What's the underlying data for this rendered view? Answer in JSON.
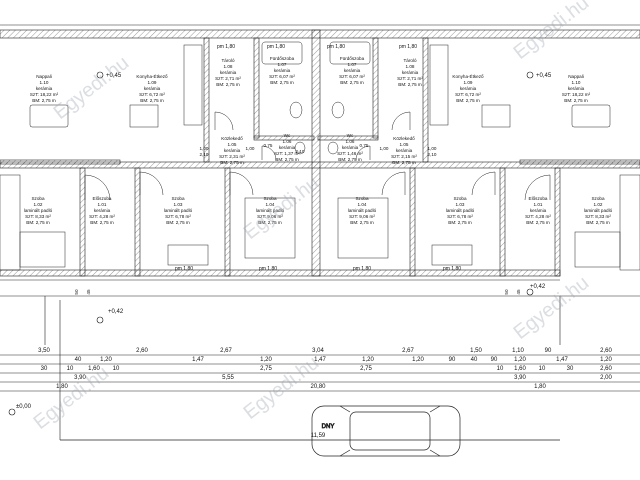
{
  "rooms": [
    {
      "id": "nappali-l",
      "lines": [
        "Nappali",
        "1.10",
        "kerámia",
        "SzT: 18,22 m²",
        "BM: 2,75 m"
      ]
    },
    {
      "id": "konyha-l",
      "lines": [
        "Konyha-Étkező",
        "1.09",
        "kerámia",
        "SzT: 6,72 m²",
        "BM: 2,75 m"
      ]
    },
    {
      "id": "tarolo-l",
      "lines": [
        "Tároló",
        "1.08",
        "kerámia",
        "SzT: 2,71 m²",
        "BM: 2,75 m"
      ]
    },
    {
      "id": "furdo-l",
      "lines": [
        "Fürdőszoba",
        "1.07",
        "kerámia",
        "SzT: 6,07 m²",
        "BM: 2,75 m"
      ]
    },
    {
      "id": "furdo-r",
      "lines": [
        "Fürdőszoba",
        "1.07",
        "kerámia",
        "SzT: 6,07 m²",
        "BM: 2,75 m"
      ]
    },
    {
      "id": "tarolo-r",
      "lines": [
        "Tároló",
        "1.08",
        "kerámia",
        "SzT: 2,71 m²",
        "BM: 2,75 m"
      ]
    },
    {
      "id": "konyha-r",
      "lines": [
        "Konyha-Étkező",
        "1.09",
        "kerámia",
        "SzT: 6,72 m²",
        "BM: 2,75 m"
      ]
    },
    {
      "id": "nappali-r",
      "lines": [
        "Nappali",
        "1.10",
        "kerámia",
        "SzT: 18,22 m²",
        "BM: 2,75 m"
      ]
    },
    {
      "id": "kozlekedo-l",
      "lines": [
        "Közlekedő",
        "1.05",
        "kerámia",
        "SzT: 2,31 m²",
        "BM: 2,75 m"
      ]
    },
    {
      "id": "wc-l",
      "lines": [
        "Wc",
        "1.06",
        "kerámia",
        "SzT: 1,37 m²",
        "BM: 2,75 m"
      ]
    },
    {
      "id": "wc-r",
      "lines": [
        "Wc",
        "1.06",
        "kerámia",
        "SzT: 1,46 m²",
        "BM: 2,75 m"
      ]
    },
    {
      "id": "kozlekedo-r",
      "lines": [
        "Közlekedő",
        "1.05",
        "kerámia",
        "SzT: 2,15 m²",
        "BM: 2,75 m"
      ]
    },
    {
      "id": "szoba-1",
      "lines": [
        "Szoba",
        "1.02",
        "laminált padló",
        "SzT: 8,33 m²",
        "BM: 2,75 m"
      ]
    },
    {
      "id": "eloszoba-l",
      "lines": [
        "Előszoba",
        "1.01",
        "kerámia",
        "SzT: 4,28 m²",
        "BM: 2,75 m"
      ]
    },
    {
      "id": "szoba-2",
      "lines": [
        "Szoba",
        "1.03",
        "laminált padló",
        "SzT: 6,78 m²",
        "BM: 2,75 m"
      ]
    },
    {
      "id": "szoba-3",
      "lines": [
        "Szoba",
        "1.04",
        "laminált padló",
        "SzT: 9,06 m²",
        "BM: 2,75 m"
      ]
    },
    {
      "id": "szoba-4",
      "lines": [
        "Szoba",
        "1.04",
        "laminált padló",
        "SzT: 9,06 m²",
        "BM: 2,75 m"
      ]
    },
    {
      "id": "szoba-5",
      "lines": [
        "Szoba",
        "1.03",
        "laminált padló",
        "SzT: 6,78 m²",
        "BM: 2,75 m"
      ]
    },
    {
      "id": "eloszoba-r",
      "lines": [
        "Előszoba",
        "1.01",
        "kerámia",
        "SzT: 4,28 m²",
        "BM: 2,75 m"
      ]
    },
    {
      "id": "szoba-6",
      "lines": [
        "Szoba",
        "1.02",
        "laminált padló",
        "SzT: 8,33 m²",
        "BM: 2,75 m"
      ]
    }
  ],
  "parapets": [
    "pm 1,80",
    "pm 1,80",
    "pm 1,80",
    "pm 1,80",
    "pm 1,80",
    "pm 1,80",
    "pm 1,80",
    "pm 1,80"
  ],
  "levels": [
    "+0,45",
    "+0,45",
    "+0,42",
    "+0,42",
    "±0,00"
  ],
  "small_dims": [
    "1,00",
    "2,10",
    "1,00",
    "0,75",
    "2,10",
    "0,75",
    "1,00",
    "2,10",
    "1,00"
  ],
  "vertical_dims": [
    "50",
    "45",
    "50",
    "45"
  ],
  "dimension_rows": [
    [
      "3,50",
      "2,60",
      "2,67",
      "3,04",
      "2,67",
      "1,50",
      "1,10",
      "90",
      "2,60"
    ],
    [
      "40",
      "1,20",
      "1,47",
      "1,20",
      "1,47",
      "1,20",
      "1,20",
      "90",
      "40",
      "90",
      "1,20",
      "1,47",
      "1,20"
    ],
    [
      "30",
      "10",
      "1,60",
      "10",
      "2,75",
      "2,75",
      "10",
      "1,60",
      "10",
      "30",
      "2,60"
    ],
    [
      "3,90",
      "5,55",
      "3,90",
      "2,00"
    ],
    [
      "1,80",
      "20,80",
      "1,80"
    ],
    [
      "11,59"
    ]
  ],
  "car_label": "DNY",
  "watermark": "Egyedi.hu"
}
